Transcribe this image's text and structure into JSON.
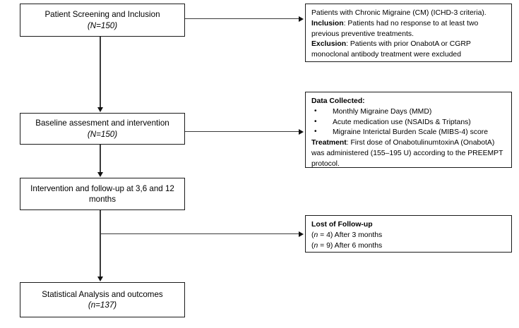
{
  "diagram": {
    "title": "Study flow diagram",
    "stroke_color": "#1a1a1a",
    "connector_color": "#3a3a3a",
    "background": "#ffffff"
  },
  "main_boxes": [
    {
      "id": "screening",
      "title": "Patient Screening and Inclusion",
      "count": "(N=150)"
    },
    {
      "id": "baseline",
      "title": "Baseline assesment and intervention",
      "count": "(N=150)"
    },
    {
      "id": "followup",
      "title": "Intervention and follow-up at 3,6 and 12 months",
      "count": ""
    },
    {
      "id": "analysis",
      "title": "Statistical Analysis and outcomes",
      "count": "(n=137)"
    }
  ],
  "side_boxes": {
    "criteria": {
      "line1": "Patients with Chronic Migraine (CM) (ICHD-3 criteria).",
      "inclusion_label": "Inclusion",
      "inclusion_text": ": Patients had no response to at least two previous preventive treatments.",
      "exclusion_label": "Exclusion",
      "exclusion_text": ": Patients with prior OnabotA or CGRP monoclonal antibody treatment were excluded"
    },
    "data_treatment": {
      "data_label": "Data Collected:",
      "bullets": [
        "Monthly Migraine Days (MMD)",
        "Acute medication use (NSAIDs & Triptans)",
        "Migraine Interictal Burden Scale (MIBS-4) score"
      ],
      "treatment_label": "Treatment",
      "treatment_text": ": First dose of OnabotulinumtoxinA (OnabotA) was administered (155–195 U) according to the PREEMPT protocol."
    },
    "lost_followup": {
      "heading": "Lost of Follow-up",
      "row1_n": "n",
      "row1_pre": "(",
      "row1_post": " = 4) After 3 months",
      "row2_n": "n",
      "row2_pre": "(",
      "row2_post": " = 9) After 6 months"
    }
  }
}
